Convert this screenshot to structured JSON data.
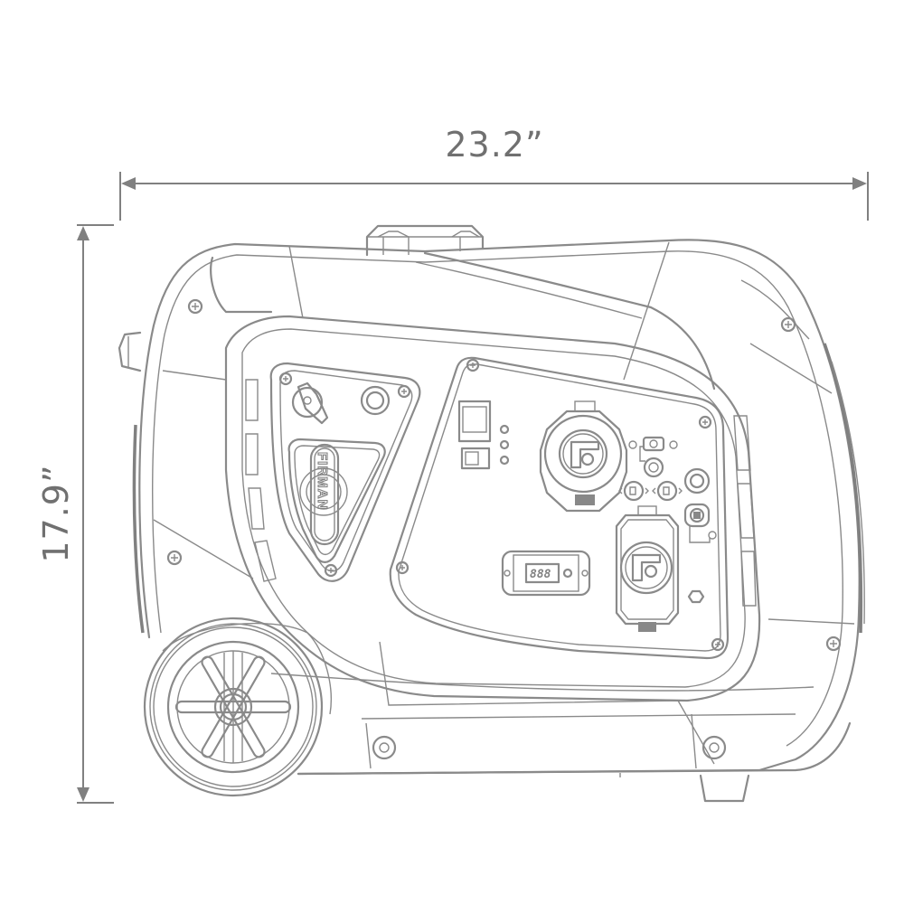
{
  "diagram": {
    "subject": "Portable inverter generator, side view line drawing",
    "line_color": "#8a8a8a",
    "background": "#ffffff",
    "dimensions": {
      "width": {
        "label": "23.2”",
        "orientation": "horizontal"
      },
      "height": {
        "label": "17.9”",
        "orientation": "vertical"
      }
    },
    "brand_badge": {
      "text": "FIRMAN"
    },
    "display_panel": {
      "readout": "888"
    },
    "components": [
      "top-handle",
      "side-handle",
      "fuel-valve-knob",
      "choke-knob",
      "brand-badge",
      "control-panel",
      "rocker-switch-large",
      "rocker-switch-small",
      "indicator-lights",
      "twist-lock-outlet-large",
      "twist-lock-outlet-small",
      "usb-ports",
      "dc-outlet",
      "ground-terminal",
      "parallel-ports",
      "digital-display",
      "wheel",
      "rear-foot"
    ]
  }
}
